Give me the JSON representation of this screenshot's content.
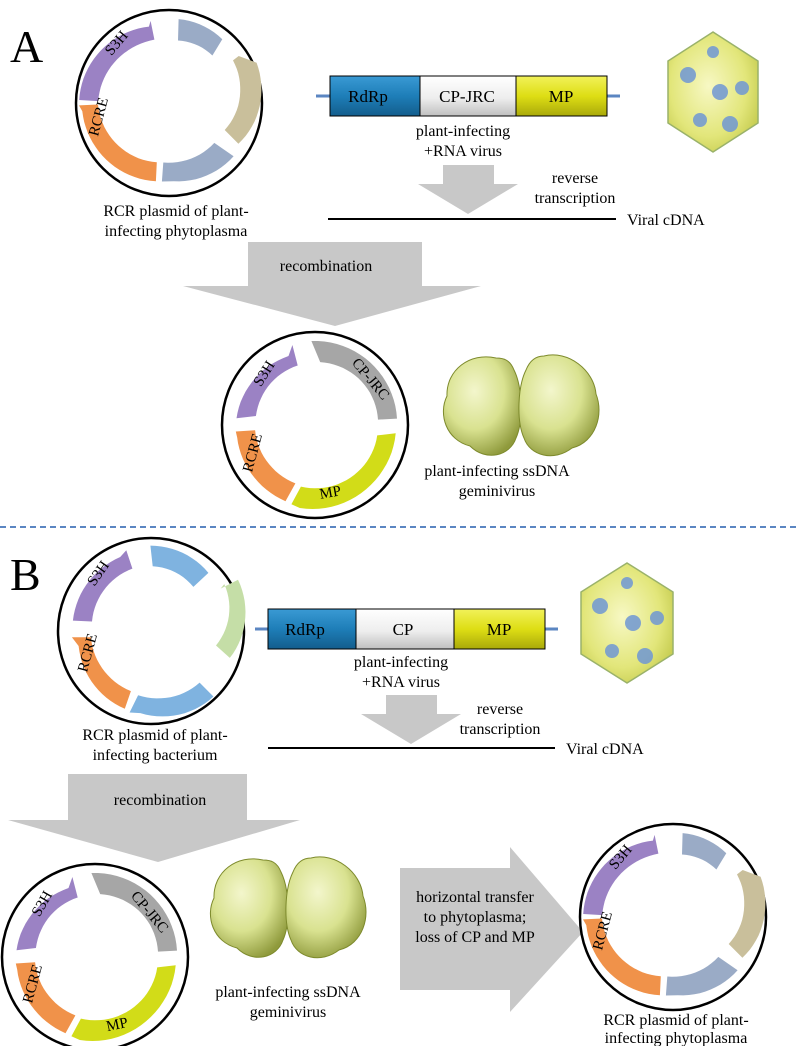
{
  "colors": {
    "arrow": "#c8c8c8",
    "s3h": "#9b82c4",
    "rcre": "#f0924a",
    "mp": "#d2dc18",
    "cp_jrc": "#a6a6a6",
    "rdrp": "#1e7eb8",
    "cp_white": "#f4f4f4",
    "mp_bar": "#dede14",
    "gray_blue": "#9aabc6",
    "tan": "#c9bf9b",
    "light_blue": "#7fb3e0",
    "light_green": "#c5dea7",
    "divider": "#5b86c2",
    "virion_yellow": "#e6ea8a",
    "virion_blue": "#6f96d4",
    "gemini": "#dfe7a0"
  },
  "panelA": {
    "letter": "A",
    "plasmid": {
      "s3h": "S3H",
      "rcre": "RCRE"
    },
    "plasmid_caption": [
      "RCR plasmid of plant-",
      "infecting phytoplasma"
    ],
    "genome": {
      "rdrp": "RdRp",
      "cp": "CP-JRC",
      "mp": "MP"
    },
    "virus_caption": [
      "plant-infecting",
      "+RNA virus"
    ],
    "rt_label": [
      "reverse",
      "transcription"
    ],
    "cdna_label": "Viral cDNA",
    "recombination": "recombination",
    "product": {
      "s3h": "S3H",
      "cp": "CP-JRC",
      "rcre": "RCRE",
      "mp": "MP"
    },
    "gemini_caption": [
      "plant-infecting ssDNA",
      "geminivirus"
    ]
  },
  "panelB": {
    "letter": "B",
    "plasmid": {
      "s3h": "S3H",
      "rcre": "RCRE"
    },
    "plasmid_caption": [
      "RCR plasmid of plant-",
      "infecting bacterium"
    ],
    "genome": {
      "rdrp": "RdRp",
      "cp": "CP",
      "mp": "MP"
    },
    "virus_caption": [
      "plant-infecting",
      "+RNA virus"
    ],
    "rt_label": [
      "reverse",
      "transcription"
    ],
    "cdna_label": "Viral cDNA",
    "recombination": "recombination",
    "product": {
      "s3h": "S3H",
      "cp": "CP-JRC",
      "rcre": "RCRE",
      "mp": "MP"
    },
    "gemini_caption": [
      "plant-infecting ssDNA",
      "geminivirus"
    ],
    "transfer_label": [
      "horizontal transfer",
      "to phytoplasma;",
      "loss of CP and MP"
    ],
    "final_plasmid": {
      "s3h": "S3H",
      "rcre": "RCRE"
    },
    "final_caption": [
      "RCR plasmid of plant-",
      "infecting phytoplasma"
    ]
  }
}
